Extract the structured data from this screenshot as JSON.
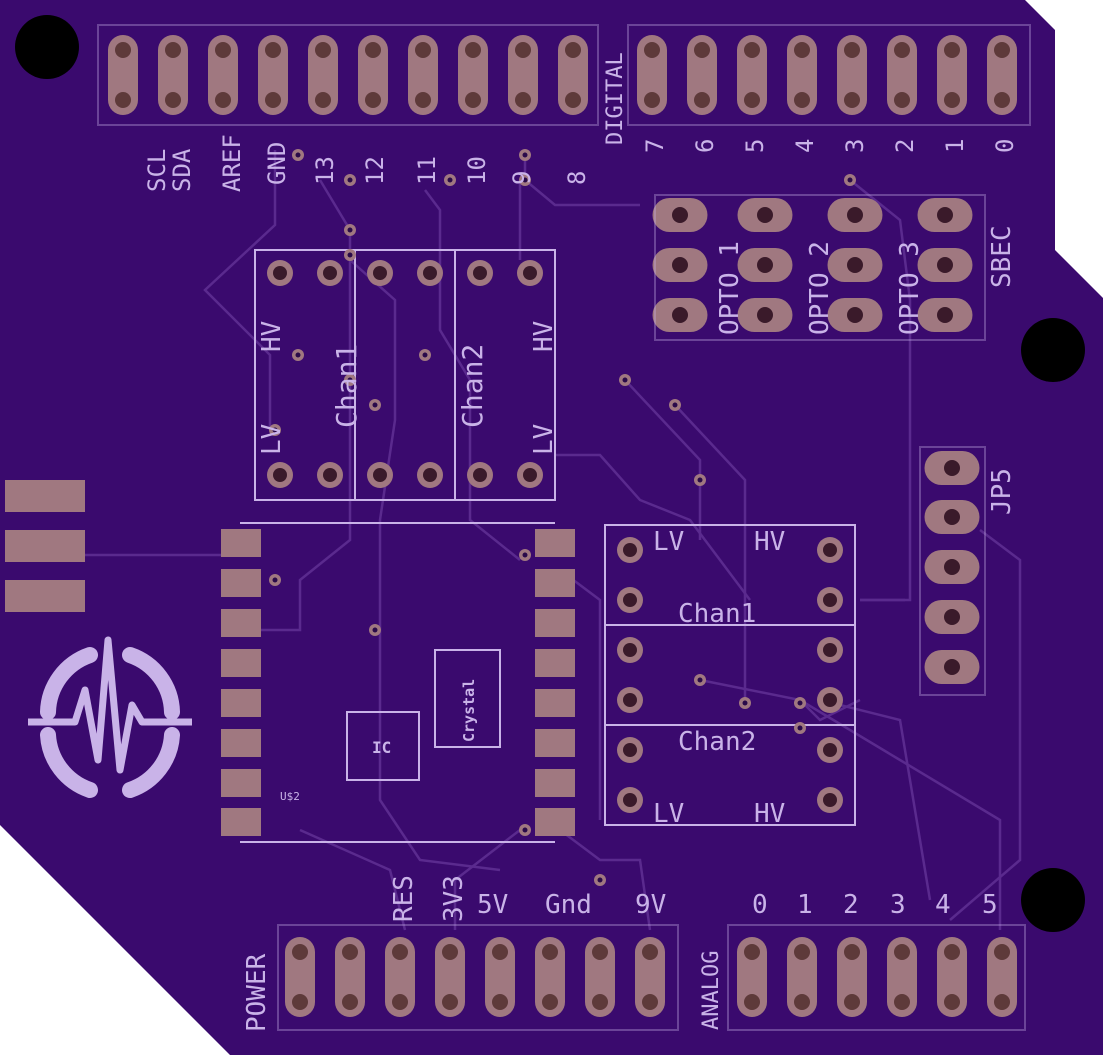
{
  "colors": {
    "board": "#3a0a6e",
    "pad": "#a07880",
    "silk": "#c9b3e8",
    "trace": "#5a2a8e",
    "hole": "#000000"
  },
  "header": {
    "top_left": [
      "SCL",
      "SDA",
      "AREF",
      "GND",
      "13",
      "12",
      "11",
      "10",
      "9",
      "8"
    ],
    "digital_label": "DIGITAL",
    "top_right": [
      "7",
      "6",
      "5",
      "4",
      "3",
      "2",
      "1",
      "0"
    ],
    "power_label": "POWER",
    "power_pins": [
      "RES",
      "3V3",
      "5V",
      "Gnd",
      "9V"
    ],
    "analog_label": "ANALOG",
    "analog_pins": [
      "0",
      "1",
      "2",
      "3",
      "4",
      "5"
    ]
  },
  "opto": [
    "OPTO 1",
    "OPTO 2",
    "OPTO 3"
  ],
  "sbec": "SBEC",
  "jp5": "JP5",
  "level_shifter_top": {
    "hv_left": "HV",
    "hv_right": "HV",
    "lv_left": "LV",
    "lv_right": "LV",
    "chan1": "Chan1",
    "chan2": "Chan2"
  },
  "level_shifter_right": {
    "lv_top": "LV",
    "hv_top": "HV",
    "chan1": "Chan1",
    "chan2": "Chan2",
    "lv_bottom": "LV",
    "hv_bottom": "HV"
  },
  "chip": {
    "ic": "IC",
    "crystal": "Crystal",
    "ref": "U$2"
  }
}
